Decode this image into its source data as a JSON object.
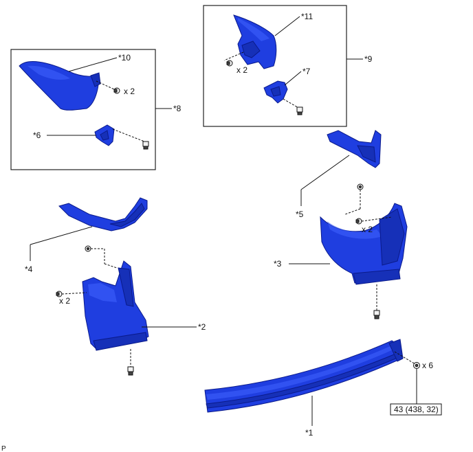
{
  "callouts": {
    "c1": "*1",
    "c2": "*2",
    "c3": "*3",
    "c4": "*4",
    "c5": "*5",
    "c6": "*6",
    "c7": "*7",
    "c8": "*8",
    "c9": "*9",
    "c10": "*10",
    "c11": "*11"
  },
  "quantities": {
    "q_part10": "x 2",
    "q_part11": "x 2",
    "q_part3": "x 2",
    "q_part2": "x 2",
    "q_part1": "x 6"
  },
  "torque_spec": "43 (438, 32)",
  "corner_mark": "P",
  "colors": {
    "part_blue": "#1f3ee0",
    "line": "#111111"
  }
}
